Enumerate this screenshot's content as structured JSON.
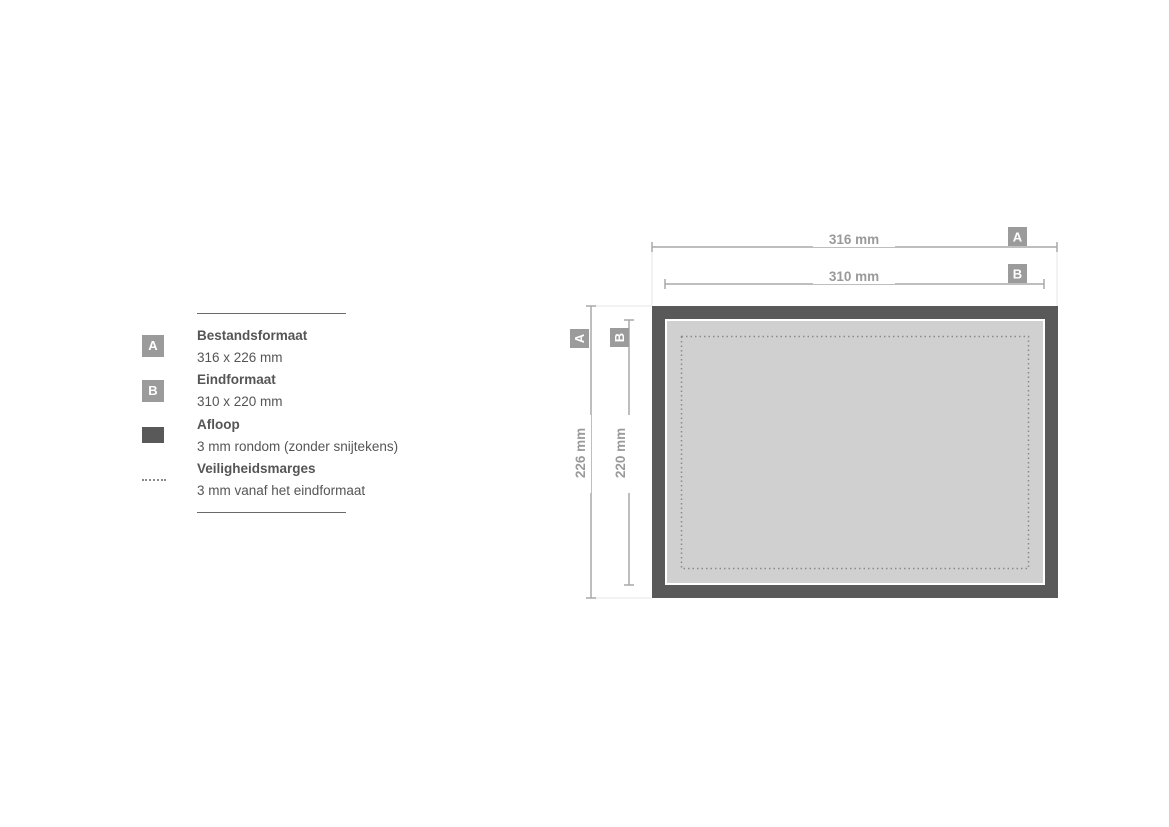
{
  "legend": {
    "items": [
      {
        "badge": "A",
        "title": "Bestandsformaat",
        "description": "316 x 226 mm",
        "swatch": "badge-icon"
      },
      {
        "badge": "B",
        "title": "Eindformaat",
        "description": "310 x 220 mm",
        "swatch": "badge-icon"
      },
      {
        "badge": "",
        "title": "Afloop",
        "description": "3 mm rondom (zonder snijtekens)",
        "swatch": "bleed-square-icon"
      },
      {
        "badge": "",
        "title": "Veiligheidsmarges",
        "description": "3 mm vanaf het eindformaat",
        "swatch": "dotted-line-icon"
      }
    ]
  },
  "diagram": {
    "width_a_label": "316 mm",
    "width_b_label": "310 mm",
    "height_a_label": "226 mm",
    "height_b_label": "220 mm",
    "badge_a": "A",
    "badge_b": "B"
  },
  "colors": {
    "bleed": "#595959",
    "trim": "#ffffff",
    "inner": "#d0d0d0",
    "safety": "#8a8a8a",
    "badge": "#9b9b9b",
    "dimension": "#9a9a9a",
    "text": "#555555"
  }
}
